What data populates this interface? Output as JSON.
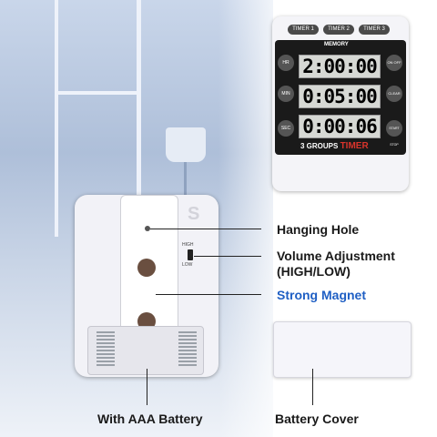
{
  "timer_device": {
    "buttons_top": [
      "TIMER 1",
      "TIMER 2",
      "TIMER 3"
    ],
    "memory_label": "MEMORY",
    "left_buttons": [
      "HR",
      "MIN",
      "SEC"
    ],
    "right_buttons": [
      "ON OFF",
      "CLEAR",
      "START STOP"
    ],
    "displays": [
      "2:00:00",
      "0:05:00",
      "0:00:06"
    ],
    "brand_prefix": "3 GROUPS",
    "brand_word": "TIMER"
  },
  "back_panel": {
    "switch_high": "HIGH",
    "switch_low": "LOW"
  },
  "callouts": {
    "hanging_hole": "Hanging Hole",
    "volume_line1": "Volume Adjustment",
    "volume_line2": "(HIGH/LOW)",
    "magnet": "Strong Magnet",
    "battery": "With AAA Battery",
    "cover": "Battery Cover"
  },
  "colors": {
    "magnet_text": "#1f5fc4",
    "brand_red": "#d9342b"
  }
}
